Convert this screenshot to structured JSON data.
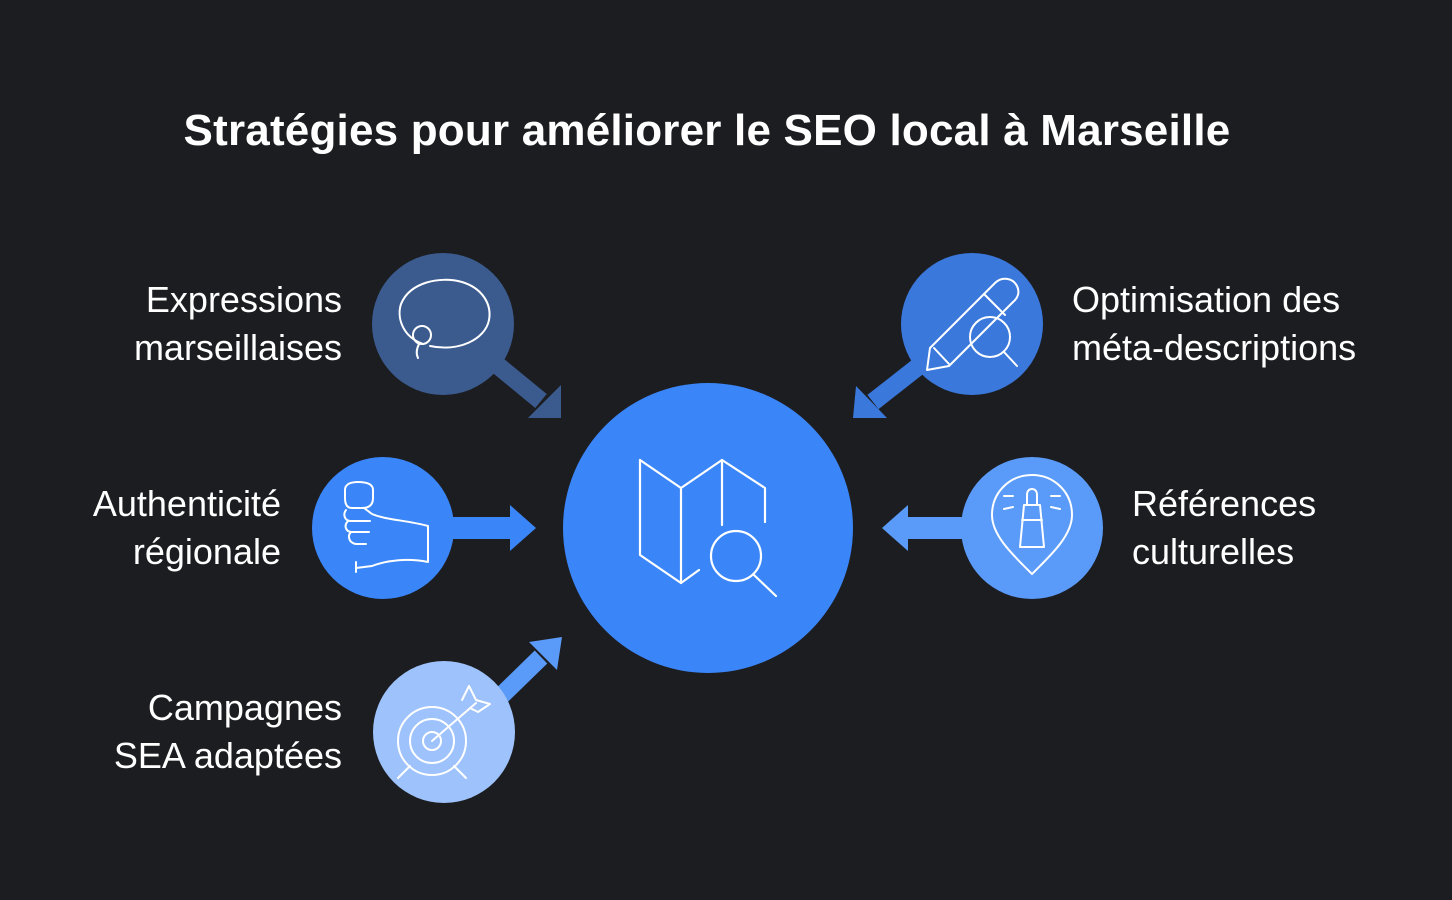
{
  "title": "Stratégies pour améliorer le SEO local à Marseille",
  "center": {
    "icon": "map-search-icon",
    "color": "#3a86f8"
  },
  "nodes": [
    {
      "id": "expressions",
      "lines": [
        "Expressions",
        "marseillaises"
      ],
      "icon": "speech-bubble-icon",
      "color": "#3b5b8f",
      "arrow_direction": "toward-center"
    },
    {
      "id": "authenticite",
      "lines": [
        "Authenticité",
        "régionale"
      ],
      "icon": "hand-flag-icon",
      "color": "#3a86f8",
      "arrow_direction": "toward-center"
    },
    {
      "id": "campagnes",
      "lines": [
        "Campagnes",
        "SEA adaptées"
      ],
      "icon": "target-arrow-icon",
      "color": "#9ec2fb",
      "arrow_direction": "toward-center"
    },
    {
      "id": "optimisation",
      "lines": [
        "Optimisation des",
        "méta-descriptions"
      ],
      "icon": "pencil-magnifier-icon",
      "color": "#3b78dc",
      "arrow_direction": "toward-center"
    },
    {
      "id": "references",
      "lines": [
        "Références",
        "culturelles"
      ],
      "icon": "lighthouse-pin-icon",
      "color": "#5a9af8",
      "arrow_direction": "toward-center"
    }
  ]
}
